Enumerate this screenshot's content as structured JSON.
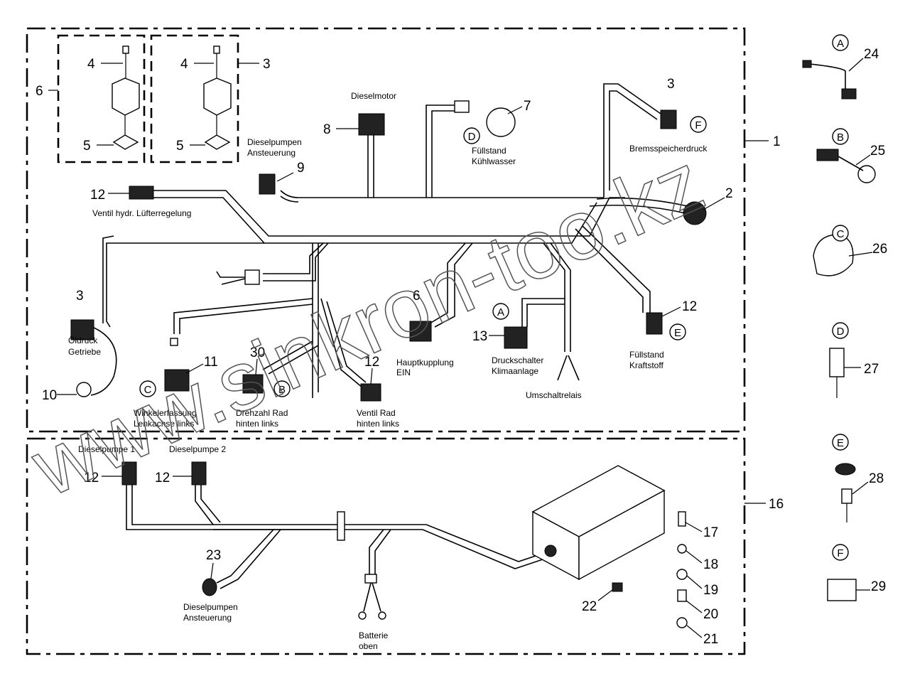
{
  "watermark": "www.sinkron-too.kz",
  "callouts": [
    "1",
    "16",
    "4",
    "4",
    "3",
    "6",
    "5",
    "5",
    "8",
    "9",
    "7",
    "3",
    "2",
    "12",
    "3",
    "10",
    "11",
    "30",
    "12",
    "6",
    "13",
    "12",
    "12",
    "12",
    "23",
    "17",
    "18",
    "19",
    "20",
    "21",
    "22",
    "24",
    "25",
    "26",
    "27",
    "28",
    "29"
  ],
  "letters": [
    "A",
    "B",
    "C",
    "D",
    "E",
    "F",
    "D",
    "F",
    "A",
    "E",
    "C",
    "B"
  ],
  "labels": {
    "dieselmotor": "Dieselmotor",
    "dp_ansteuerung_1": "Dieselpumpen",
    "dp_ansteuerung_2": "Ansteuerung",
    "kuehlwasser_1": "Füllstand",
    "kuehlwasser_2": "Kühlwasser",
    "bremsspeicherdruck": "Bremsspeicherdruck",
    "luefter": "Ventil hydr. Lüfterregelung",
    "oeldruck_1": "Öldruck",
    "oeldruck_2": "Getriebe",
    "winkel_1": "Winkelerfassung",
    "winkel_2": "Lenkachse links",
    "drehzahl_1": "Drehzahl Rad",
    "drehzahl_2": "hinten links",
    "ventilrad_1": "Ventil Rad",
    "ventilrad_2": "hinten links",
    "hauptkupplung_1": "Hauptkupplung",
    "hauptkupplung_2": "EIN",
    "druckschalter_1": "Druckschalter",
    "druckschalter_2": "Klimaanlage",
    "umschaltrelais": "Umschaltrelais",
    "kraftstoff_1": "Füllstand",
    "kraftstoff_2": "Kraftstoff",
    "dieselpumpe1": "Dieselpumpe 1",
    "dieselpumpe2": "Dieselpumpe 2",
    "dp2_ansteuerung_1": "Dieselpumpen",
    "dp2_ansteuerung_2": "Ansteuerung",
    "batterie_1": "Batterie",
    "batterie_2": "oben"
  }
}
